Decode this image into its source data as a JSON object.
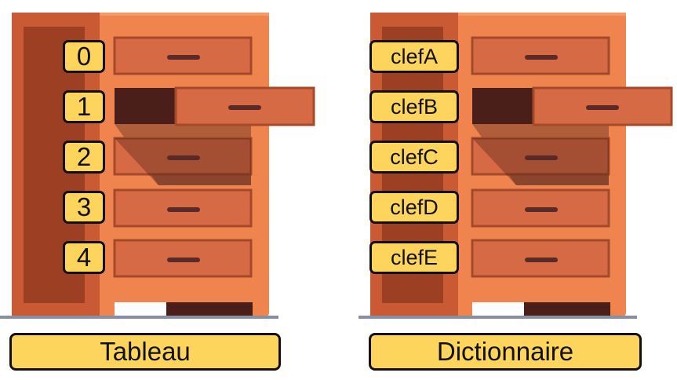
{
  "colors": {
    "frame": "#f0844f",
    "side": "#c95a34",
    "inner_side": "#9c3f22",
    "drawer": "#d66a44",
    "drawer_border": "#a34a2a",
    "handle": "#5a2a26",
    "shadow": "#4b1f19",
    "tag": "#fdd45c",
    "ground": "#8a8fa0"
  },
  "array_cabinet": {
    "labels": [
      "0",
      "1",
      "2",
      "3",
      "4"
    ],
    "caption": "Tableau"
  },
  "dict_cabinet": {
    "labels": [
      "clefA",
      "clefB",
      "clefC",
      "clefD",
      "clefE"
    ],
    "caption": "Dictionnaire"
  }
}
